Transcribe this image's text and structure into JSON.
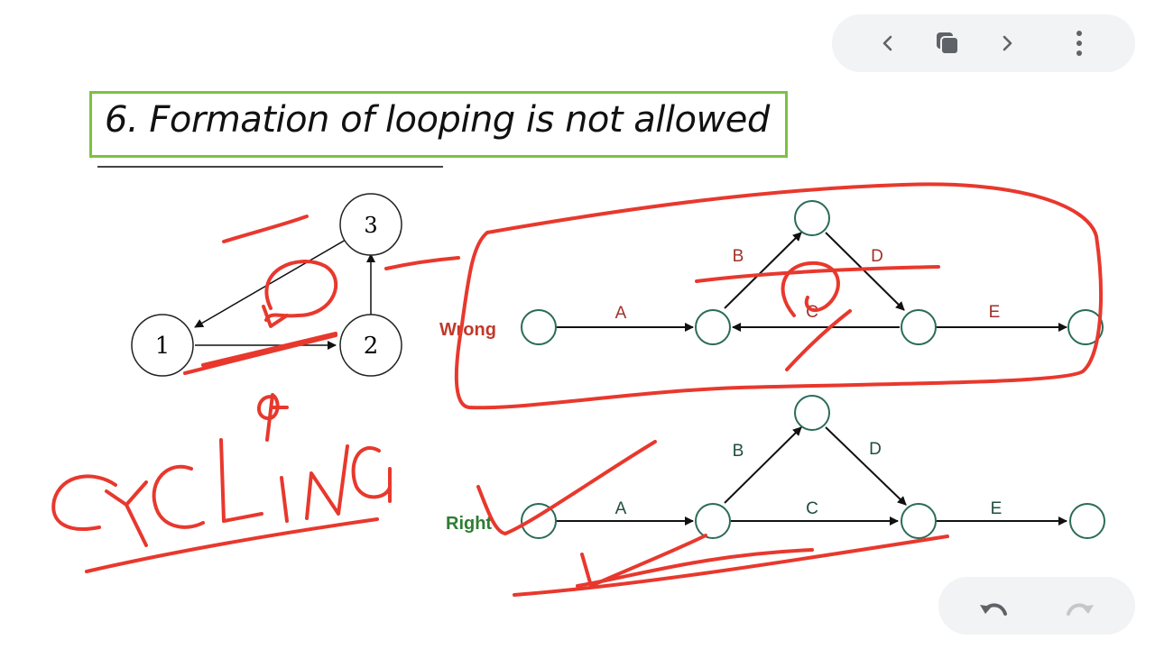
{
  "title": "6. Formation of looping is not allowed",
  "toolbar": {
    "back_icon": "chevron-left-icon",
    "copy_icon": "copy-pages-icon",
    "forward_icon": "chevron-right-icon",
    "more_icon": "more-vertical-icon"
  },
  "bottom_toolbar": {
    "undo_icon": "undo-icon",
    "redo_icon": "redo-icon"
  },
  "left_graph": {
    "nodes": [
      "1",
      "2",
      "3"
    ]
  },
  "wrong_diagram": {
    "label": "Wrong",
    "edges": [
      "A",
      "B",
      "C",
      "D",
      "E"
    ]
  },
  "right_diagram": {
    "label": "Right",
    "edges": [
      "A",
      "B",
      "C",
      "D",
      "E"
    ]
  },
  "colors": {
    "ink": "#e8382d",
    "title_border": "#7cc142",
    "wrong_label": "#c0392b",
    "right_label": "#2e7d32",
    "node_stroke": "#2b6b5a"
  }
}
